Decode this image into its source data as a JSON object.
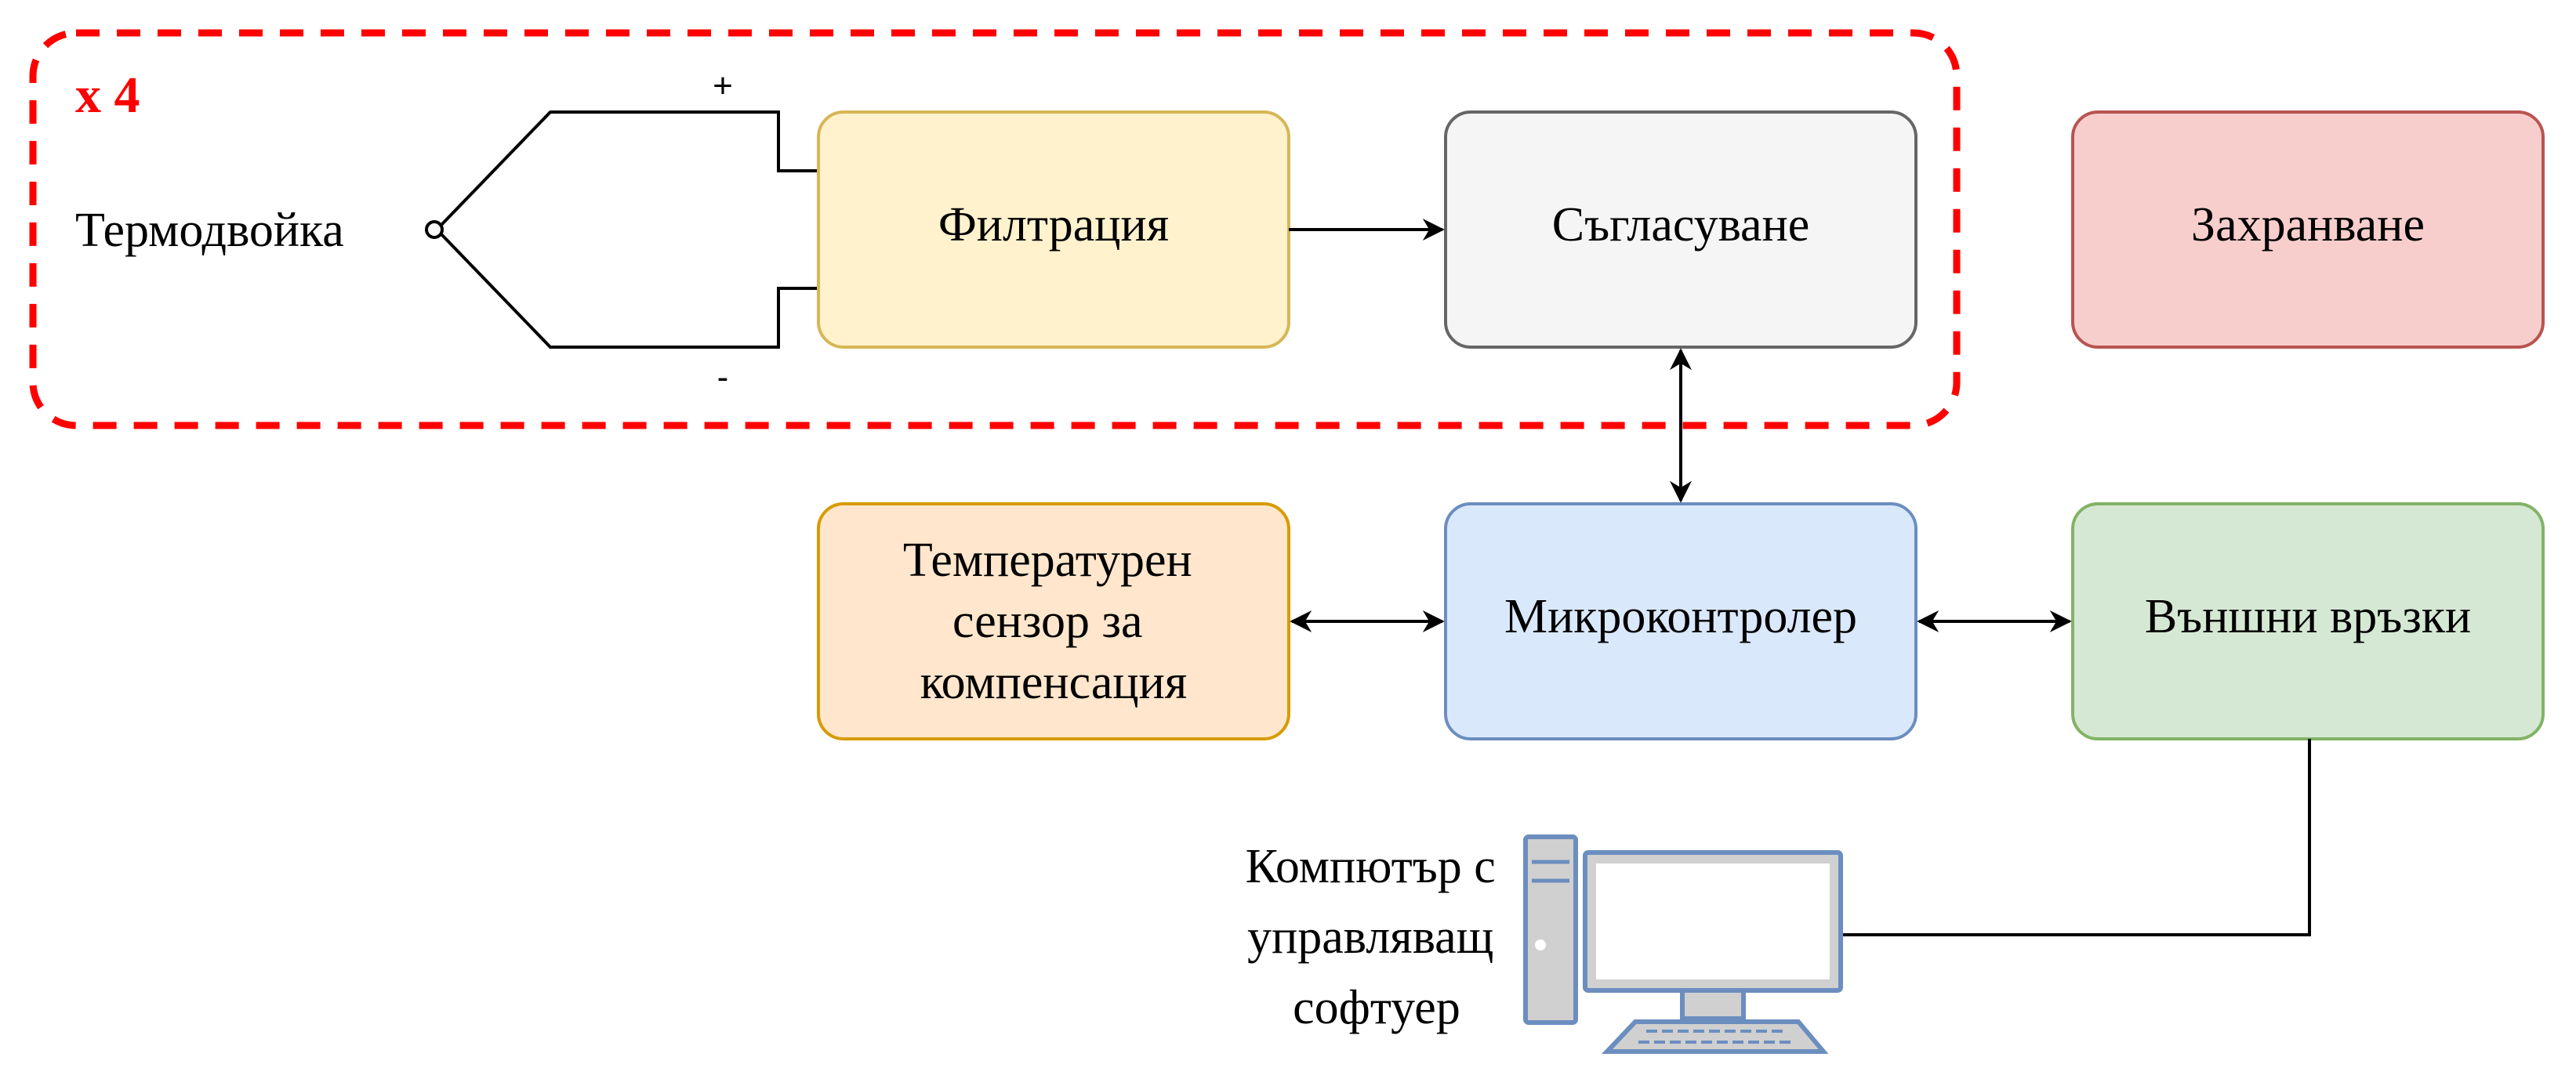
{
  "group": {
    "multiplier": "x 4",
    "color": "#ff0000"
  },
  "thermocouple": {
    "label": "Термодвойка",
    "plus": "+",
    "minus": "-"
  },
  "blocks": {
    "filtration": {
      "label": "Филтрация",
      "fill": "#fff2cc",
      "stroke": "#d6b656"
    },
    "conditioning": {
      "label": "Съгласуване",
      "fill": "#f5f5f5",
      "stroke": "#666666",
      "text_color": "#333333"
    },
    "power": {
      "label": "Захранване",
      "fill": "#f8cecc",
      "stroke": "#b85450"
    },
    "temp_sensor": {
      "lines": [
        "Температурен",
        "сензор за",
        "компенсация"
      ],
      "fill": "#ffe6cc",
      "stroke": "#d79b00"
    },
    "mcu": {
      "label": "Микроконтролер",
      "fill": "#dae8fc",
      "stroke": "#6c8ebf"
    },
    "external": {
      "label": "Външни връзки",
      "fill": "#d5e8d4",
      "stroke": "#82b366"
    }
  },
  "computer": {
    "lines": [
      "Компютър с",
      "управляващ",
      "софтуер"
    ],
    "icon": "computer-icon"
  }
}
